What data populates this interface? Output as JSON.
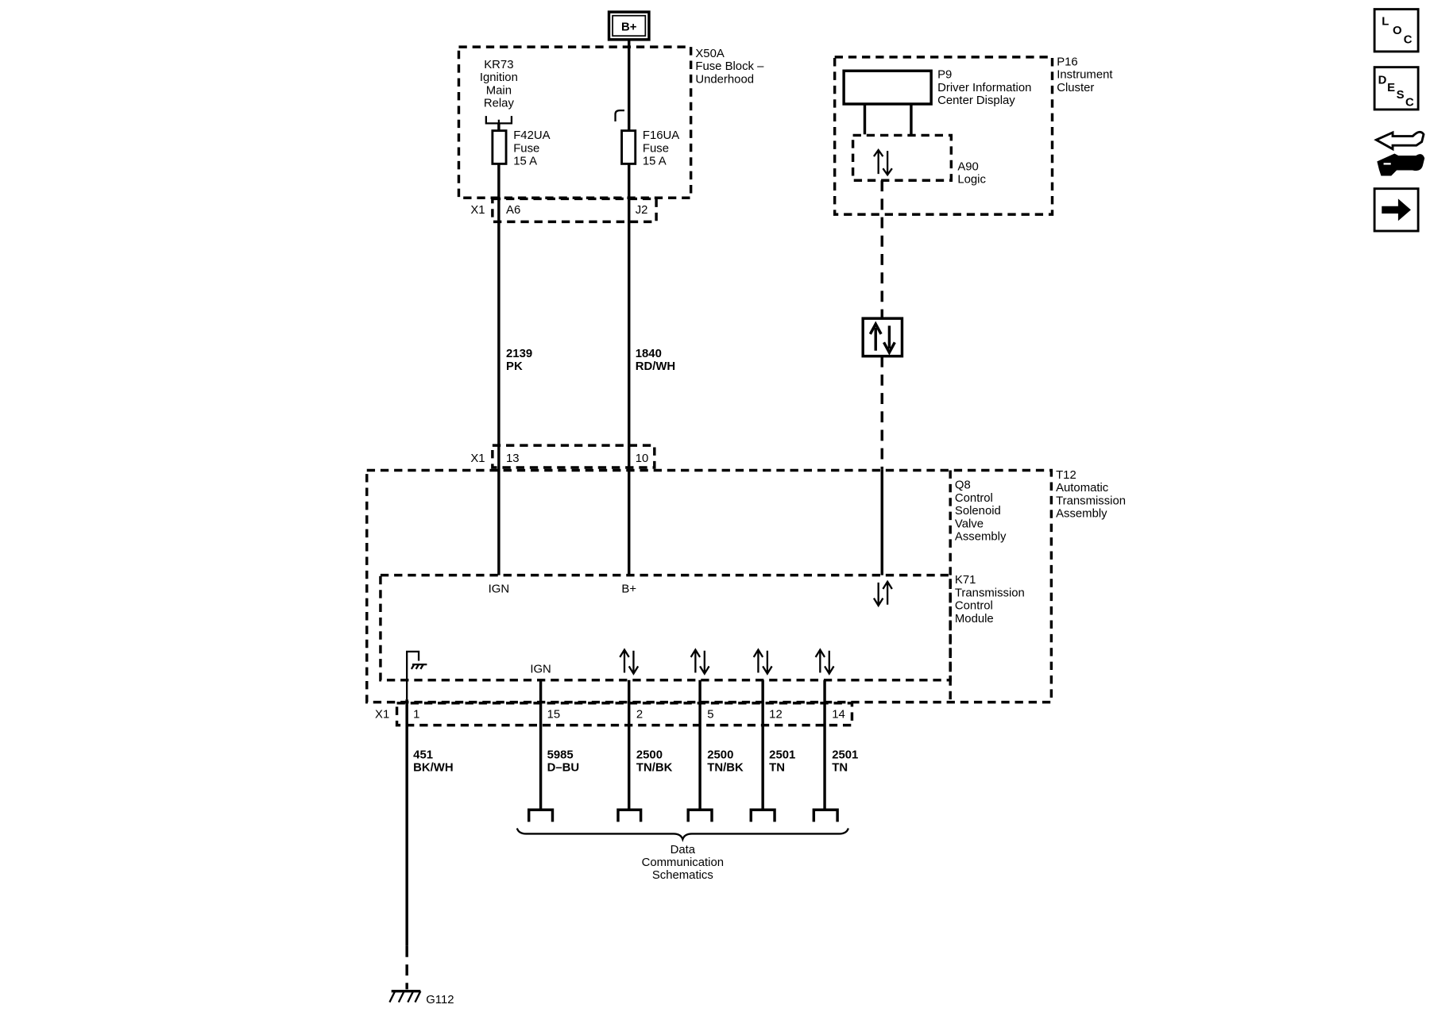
{
  "power_source": {
    "label": "B+"
  },
  "fuse_block": {
    "id": "X50A",
    "name_lines": [
      "Fuse Block –",
      "Underhood"
    ],
    "relay_lines": [
      "KR73",
      "Ignition",
      "Main",
      "Relay"
    ],
    "fuse_a_lines": [
      "F42UA",
      "Fuse",
      "15 A"
    ],
    "fuse_b_lines": [
      "F16UA",
      "Fuse",
      "15 A"
    ],
    "connector": "X1",
    "pin_a": "A6",
    "pin_b": "J2"
  },
  "wires_upper": [
    {
      "circuit": "2139",
      "color": "PK"
    },
    {
      "circuit": "1840",
      "color": "RD/WH"
    }
  ],
  "instrument_cluster": {
    "id": "P16",
    "name_lines": [
      "Instrument",
      "Cluster"
    ],
    "display_lines": [
      "P9",
      "Driver Information",
      "Center Display"
    ],
    "logic_lines": [
      "A90",
      "Logic"
    ]
  },
  "tcm_top_connector": {
    "label": "X1",
    "pin_a": "13",
    "pin_b": "10"
  },
  "transmission_assembly": {
    "t12_lines": [
      "T12",
      "Automatic",
      "Transmission",
      "Assembly"
    ],
    "q8_lines": [
      "Q8",
      "Control",
      "Solenoid",
      "Valve",
      "Assembly"
    ],
    "k71_lines": [
      "K71",
      "Transmission",
      "Control",
      "Module"
    ],
    "ign_top": "IGN",
    "bplus_top": "B+",
    "ign_bottom": "IGN"
  },
  "tcm_bottom_connector": {
    "label": "X1",
    "pins": [
      "1",
      "15",
      "2",
      "5",
      "12",
      "14"
    ]
  },
  "wires_lower": [
    {
      "circuit": "451",
      "color": "BK/WH"
    },
    {
      "circuit": "5985",
      "color": "D–BU"
    },
    {
      "circuit": "2500",
      "color": "TN/BK"
    },
    {
      "circuit": "2500",
      "color": "TN/BK"
    },
    {
      "circuit": "2501",
      "color": "TN"
    },
    {
      "circuit": "2501",
      "color": "TN"
    }
  ],
  "data_comm": {
    "lines": [
      "Data",
      "Communication",
      "Schematics"
    ]
  },
  "ground": {
    "label": "G112"
  },
  "nav": {
    "loc": [
      "L",
      "O",
      "C"
    ],
    "desc": [
      "D",
      "E",
      "S",
      "C"
    ],
    "icons": [
      "loc-icon",
      "desc-icon",
      "tools-icon",
      "next-arrow-icon"
    ]
  }
}
